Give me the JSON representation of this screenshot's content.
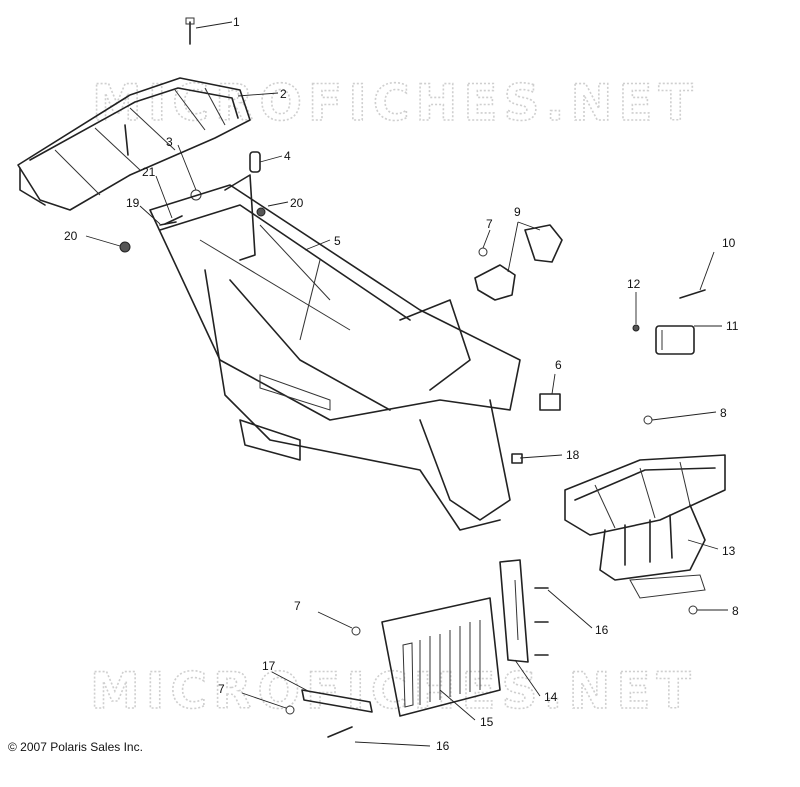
{
  "watermark": {
    "text": "MICROFICHES.NET"
  },
  "copyright": "© 2007 Polaris Sales Inc.",
  "callouts": [
    {
      "id": "c1",
      "label": "1"
    },
    {
      "id": "c2",
      "label": "2"
    },
    {
      "id": "c3",
      "label": "3"
    },
    {
      "id": "c4",
      "label": "4"
    },
    {
      "id": "c5",
      "label": "5"
    },
    {
      "id": "c6",
      "label": "6"
    },
    {
      "id": "c7a",
      "label": "7"
    },
    {
      "id": "c7b",
      "label": "7"
    },
    {
      "id": "c7c",
      "label": "7"
    },
    {
      "id": "c8a",
      "label": "8"
    },
    {
      "id": "c8b",
      "label": "8"
    },
    {
      "id": "c9",
      "label": "9"
    },
    {
      "id": "c10",
      "label": "10"
    },
    {
      "id": "c11",
      "label": "11"
    },
    {
      "id": "c12",
      "label": "12"
    },
    {
      "id": "c13",
      "label": "13"
    },
    {
      "id": "c14",
      "label": "14"
    },
    {
      "id": "c15",
      "label": "15"
    },
    {
      "id": "c16a",
      "label": "16"
    },
    {
      "id": "c16b",
      "label": "16"
    },
    {
      "id": "c17",
      "label": "17"
    },
    {
      "id": "c18",
      "label": "18"
    },
    {
      "id": "c19",
      "label": "19"
    },
    {
      "id": "c20a",
      "label": "20"
    },
    {
      "id": "c20b",
      "label": "20"
    },
    {
      "id": "c21",
      "label": "21"
    }
  ]
}
